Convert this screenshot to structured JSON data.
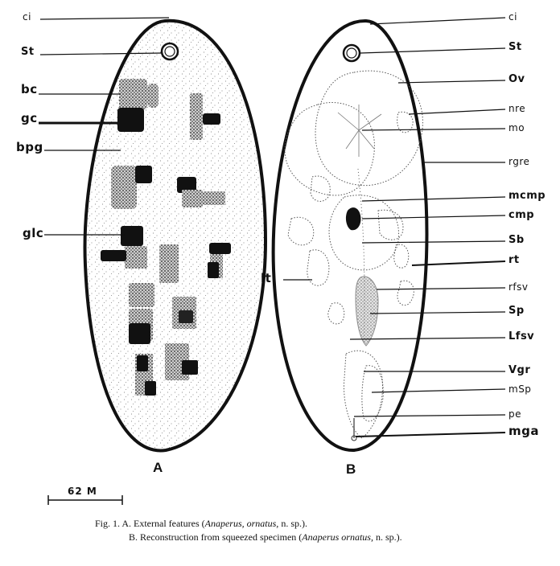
{
  "figure": {
    "panels": [
      {
        "letter": "A",
        "labels": [
          "ci",
          "St",
          "bc",
          "gc",
          "bpg",
          "glc"
        ]
      },
      {
        "letter": "B",
        "labels_right": [
          "ci",
          "St",
          "Ov",
          "nre",
          "mo",
          "rgre",
          "mcmp",
          "cmp",
          "Sb",
          "rt",
          "rfsv",
          "Sp",
          "Lfsv",
          "Vgr",
          "mSp",
          "pe",
          "mga"
        ],
        "labels_left": [
          "lt"
        ]
      }
    ],
    "scale_bar": {
      "label": "62 M"
    },
    "caption": {
      "line1_prefix": "Fig. 1. A. External features (",
      "line1_italic": "Anaperus, ornatus,",
      "line1_suffix": " n. sp.).",
      "line2_prefix": "B. Reconstruction from squeezed specimen (",
      "line2_italic": "Anaperus ornatus,",
      "line2_suffix": " n. sp.)."
    },
    "colors": {
      "ink": "#111111",
      "stipple": "#6b6b6b",
      "background": "#ffffff"
    }
  }
}
